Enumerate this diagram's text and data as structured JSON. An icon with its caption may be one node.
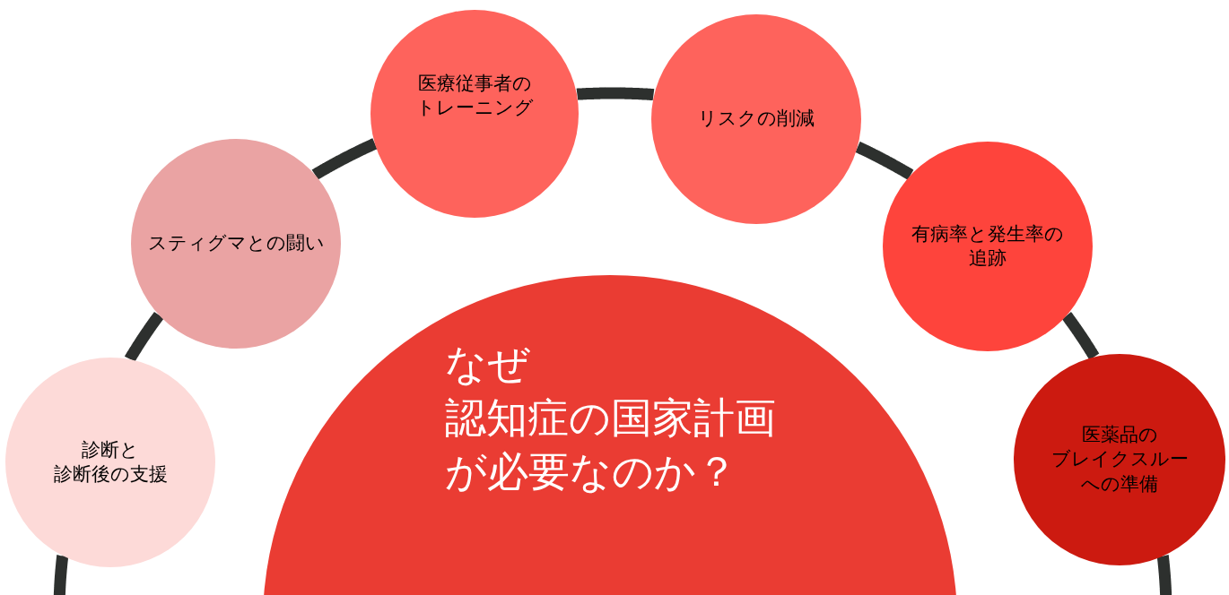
{
  "diagram": {
    "nodes": [
      {
        "text": [
          "診断と診断後の支援"
        ]
      },
      {
        "text": [
          "スティグマとの闘い"
        ]
      },
      {
        "text": [
          "医療従事者のトレーニング"
        ]
      },
      {
        "text": [
          "リスクの削減"
        ]
      },
      {
        "text": [
          "有病率と発生率の追跡"
        ]
      },
      {
        "text": [
          "医薬品のブレイクスルーへの準備"
        ]
      },
      {
        "text": [
          "なぜ認知症の国家計画が必要なのか？"
        ]
      }
    ],
    "edges": [
      {
        "from": null,
        "to": 0,
        "arrow": "none"
      },
      {
        "from": 0,
        "to": 1,
        "arrow": "none"
      },
      {
        "from": 1,
        "to": 2,
        "arrow": "none"
      },
      {
        "from": 2,
        "to": 3,
        "arrow": "none"
      },
      {
        "from": 3,
        "to": 4,
        "arrow": "none"
      },
      {
        "from": 4,
        "to": 5,
        "arrow": "none"
      },
      {
        "from": 5,
        "to": null,
        "arrow": "none"
      }
    ]
  }
}
